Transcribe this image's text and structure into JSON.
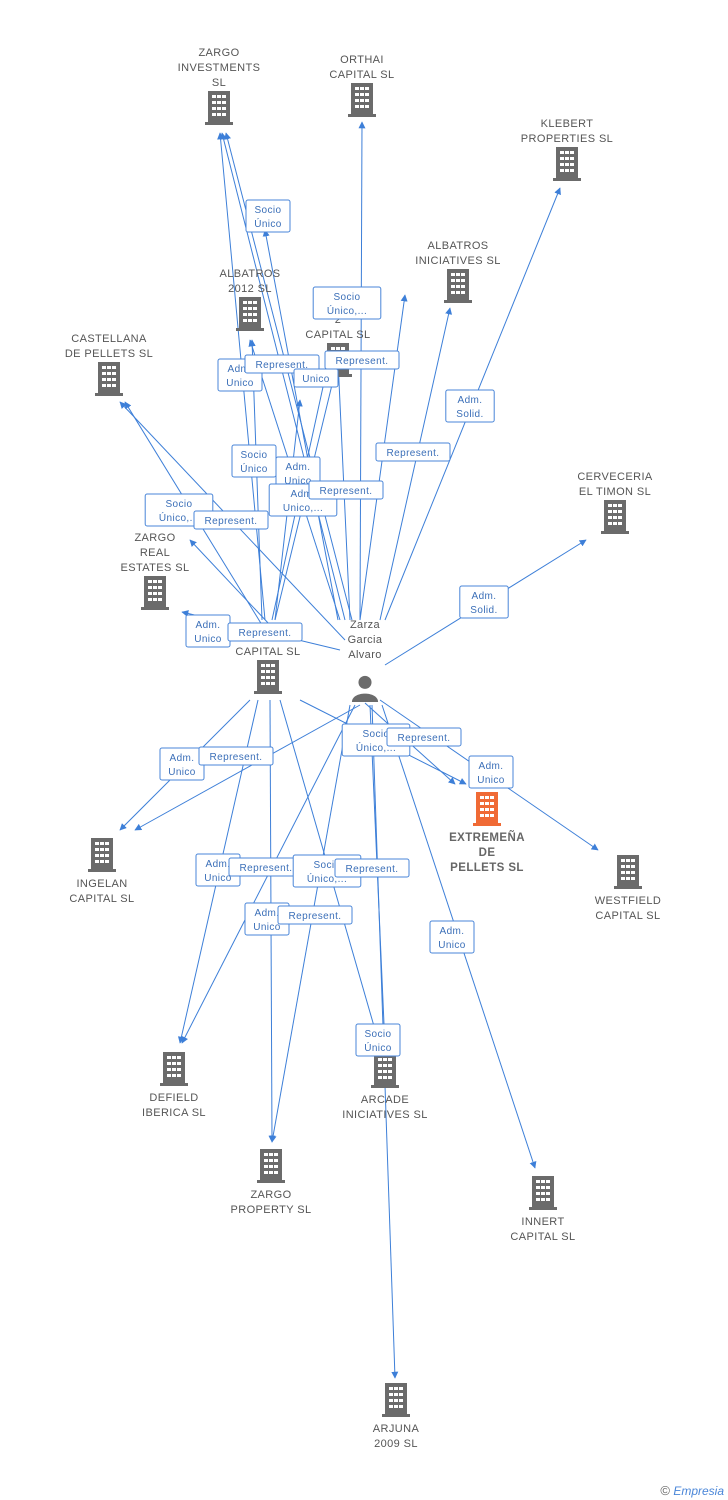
{
  "colors": {
    "edge": "#3d7fd8",
    "building": "#6b6b6b",
    "focus": "#f06a35",
    "person": "#6b6b6b",
    "box_border": "#4a86d8",
    "box_text": "#3b6fb8"
  },
  "footer": {
    "copyright": "©",
    "brand": "Empresia"
  },
  "person": {
    "id": "zarza",
    "label": [
      "Zarza",
      "Garcia",
      "Alvaro"
    ]
  },
  "nodes": [
    {
      "id": "zargo_inv",
      "label": [
        "ZARGO",
        "INVESTMENTS",
        "SL"
      ]
    },
    {
      "id": "orthai",
      "label": [
        "ORTHAI",
        "CAPITAL  SL"
      ]
    },
    {
      "id": "klebert",
      "label": [
        "KLEBERT",
        "PROPERTIES  SL"
      ]
    },
    {
      "id": "albatros_ini",
      "label": [
        "ALBATROS",
        "INICIATIVES  SL"
      ]
    },
    {
      "id": "albatros2012",
      "label": [
        "ALBATROS",
        "2012 SL"
      ]
    },
    {
      "id": "hidden_capital",
      "label": [
        "2",
        "CAPITAL  SL"
      ]
    },
    {
      "id": "castellana",
      "label": [
        "CASTELLANA",
        "DE PELLETS  SL"
      ]
    },
    {
      "id": "cerveceria",
      "label": [
        "CERVECERIA",
        "EL TIMON SL"
      ]
    },
    {
      "id": "zargo_real",
      "label": [
        "ZARGO",
        "REAL",
        "ESTATES  SL"
      ]
    },
    {
      "id": "zargo_capital",
      "label": [
        "CAPITAL SL"
      ]
    },
    {
      "id": "extremena",
      "label": [
        "EXTREMEÑA",
        "DE",
        "PELLETS  SL"
      ],
      "focus": true
    },
    {
      "id": "westfield",
      "label": [
        "WESTFIELD",
        "CAPITAL  SL"
      ]
    },
    {
      "id": "ingelan",
      "label": [
        "INGELAN",
        "CAPITAL  SL"
      ]
    },
    {
      "id": "defield",
      "label": [
        "DEFIELD",
        "IBERICA  SL"
      ]
    },
    {
      "id": "arcade",
      "label": [
        "ARCADE",
        "INICIATIVES  SL"
      ]
    },
    {
      "id": "zargo_prop",
      "label": [
        "ZARGO",
        "PROPERTY  SL"
      ]
    },
    {
      "id": "innert",
      "label": [
        "INNERT",
        "CAPITAL  SL"
      ]
    },
    {
      "id": "arjuna",
      "label": [
        "ARJUNA",
        "2009 SL"
      ]
    }
  ],
  "relations": [
    {
      "id": "r1",
      "lines": [
        "Socio",
        "Único"
      ]
    },
    {
      "id": "r2",
      "lines": [
        "Socio",
        "Único,..."
      ]
    },
    {
      "id": "r3",
      "lines": [
        "Adm.",
        "Unico"
      ]
    },
    {
      "id": "r4",
      "lines": [
        "Represent."
      ]
    },
    {
      "id": "r5",
      "lines": [
        "Represent."
      ]
    },
    {
      "id": "r6",
      "lines": [
        "Unico"
      ]
    },
    {
      "id": "r7",
      "lines": [
        "Adm.",
        "Solid."
      ]
    },
    {
      "id": "r8",
      "lines": [
        "Represent."
      ]
    },
    {
      "id": "r9",
      "lines": [
        "Socio",
        "Único"
      ]
    },
    {
      "id": "r10",
      "lines": [
        "Adm.",
        "Unico"
      ]
    },
    {
      "id": "r11",
      "lines": [
        "Adm.",
        "Unico,..."
      ]
    },
    {
      "id": "r12",
      "lines": [
        "Represent."
      ]
    },
    {
      "id": "r13",
      "lines": [
        "Socio",
        "Único,..."
      ]
    },
    {
      "id": "r14",
      "lines": [
        "Represent."
      ]
    },
    {
      "id": "r15",
      "lines": [
        "Adm.",
        "Solid."
      ]
    },
    {
      "id": "r16",
      "lines": [
        "Adm.",
        "Unico"
      ]
    },
    {
      "id": "r17",
      "lines": [
        "Represent."
      ]
    },
    {
      "id": "r18",
      "lines": [
        "Socio",
        "Único,..."
      ]
    },
    {
      "id": "r19",
      "lines": [
        "Represent."
      ]
    },
    {
      "id": "r20",
      "lines": [
        "Adm.",
        "Unico"
      ]
    },
    {
      "id": "r21",
      "lines": [
        "Adm.",
        "Unico"
      ]
    },
    {
      "id": "r22",
      "lines": [
        "Represent."
      ]
    },
    {
      "id": "r23",
      "lines": [
        "Adm.",
        "Unico"
      ]
    },
    {
      "id": "r24",
      "lines": [
        "Represent."
      ]
    },
    {
      "id": "r25",
      "lines": [
        "Socio",
        "Único,..."
      ]
    },
    {
      "id": "r26",
      "lines": [
        "Represent."
      ]
    },
    {
      "id": "r27",
      "lines": [
        "Adm.",
        "Unico"
      ]
    },
    {
      "id": "r28",
      "lines": [
        "Represent."
      ]
    },
    {
      "id": "r29",
      "lines": [
        "Adm.",
        "Unico"
      ]
    },
    {
      "id": "r30",
      "lines": [
        "Socio",
        "Único"
      ]
    }
  ]
}
